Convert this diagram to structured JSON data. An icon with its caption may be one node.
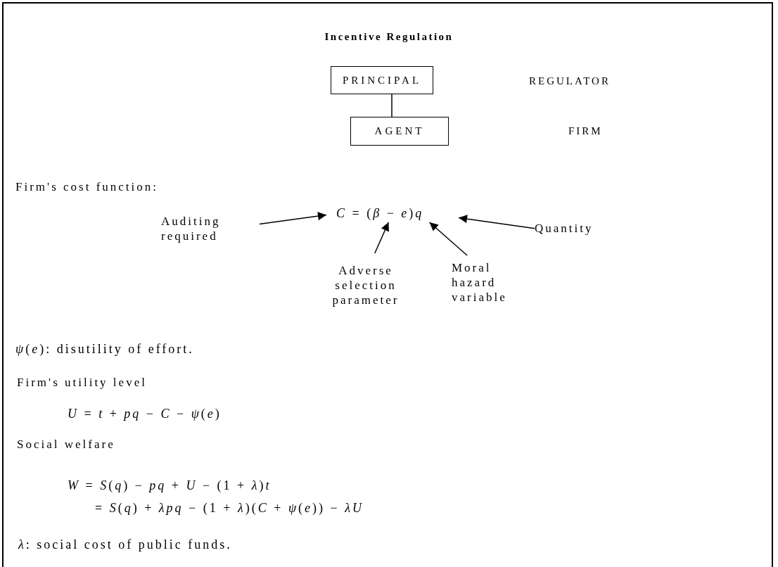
{
  "diagram": {
    "title": "Incentive Regulation",
    "nodes": [
      {
        "text": [
          "PRINCIPAL"
        ]
      },
      {
        "text": [
          "AGENT"
        ]
      },
      {
        "text": [
          "*C* = (*β* − *e*)*q*"
        ]
      },
      {
        "text": [
          "Auditing required"
        ]
      },
      {
        "text": [
          "Quantity"
        ]
      },
      {
        "text": [
          "Adverse selection parameter"
        ]
      },
      {
        "text": [
          "Moral hazard variable"
        ]
      }
    ],
    "edges": [
      {
        "from": 0,
        "to": 1,
        "arrow": "none"
      },
      {
        "from": 3,
        "to": 2,
        "arrow": "to"
      },
      {
        "from": 4,
        "to": 2,
        "arrow": "to"
      },
      {
        "from": 5,
        "to": 2,
        "arrow": "to"
      },
      {
        "from": 6,
        "to": 2,
        "arrow": "to"
      }
    ],
    "labels": [
      "REGULATOR",
      "FIRM",
      "Firm's cost function:",
      "*ψ*(*e*): disutility of effort.",
      "Firm's utility level",
      "*U* = *t* + *pq* − *C* − *ψ*(*e*)",
      "Social welfare",
      "*W* = *S*(*q*) − *pq* + *U* − (1 + *λ*)*t*",
      "= *S*(*q*) + *λpq* − (1 + *λ*)(*C* + *ψ*(*e*)) − *λU*",
      "*λ*: social cost of public funds."
    ]
  }
}
